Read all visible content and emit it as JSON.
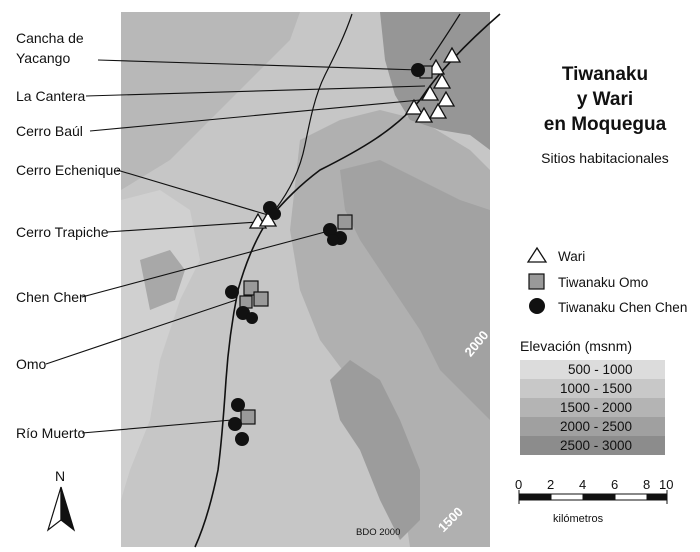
{
  "title": [
    "Tiwanaku",
    "y Wari",
    "en Moquegua"
  ],
  "subtitle": "Sitios habitacionales",
  "sites": [
    {
      "label": "Cancha de",
      "label2": "Yacango"
    },
    {
      "label": "La Cantera"
    },
    {
      "label": "Cerro Baúl"
    },
    {
      "label": "Cerro Echenique"
    },
    {
      "label": "Cerro Trapiche"
    },
    {
      "label": "Chen Chen"
    },
    {
      "label": "Omo"
    },
    {
      "label": "Río Muerto"
    }
  ],
  "legend": [
    {
      "label": "Wari",
      "symbol": "triangle"
    },
    {
      "label": "Tiwanaku Omo",
      "symbol": "square"
    },
    {
      "label": "Tiwanaku Chen Chen",
      "symbol": "circle"
    }
  ],
  "elevation": {
    "title": "Elevación (msnm)",
    "ranges": [
      {
        "label": "500 - 1000",
        "color": "#dcdcdc"
      },
      {
        "label": "1000 - 1500",
        "color": "#c8c8c8"
      },
      {
        "label": "1500 - 2000",
        "color": "#b4b4b4"
      },
      {
        "label": "2000 - 2500",
        "color": "#a0a0a0"
      },
      {
        "label": "2500 - 3000",
        "color": "#8c8c8c"
      }
    ]
  },
  "contours": [
    "2000",
    "1500"
  ],
  "north_label": "N",
  "scale": {
    "ticks": [
      "0",
      "2",
      "4",
      "6",
      "8",
      "10"
    ],
    "unit": "kilómetros"
  },
  "credit": "BDO 2000"
}
